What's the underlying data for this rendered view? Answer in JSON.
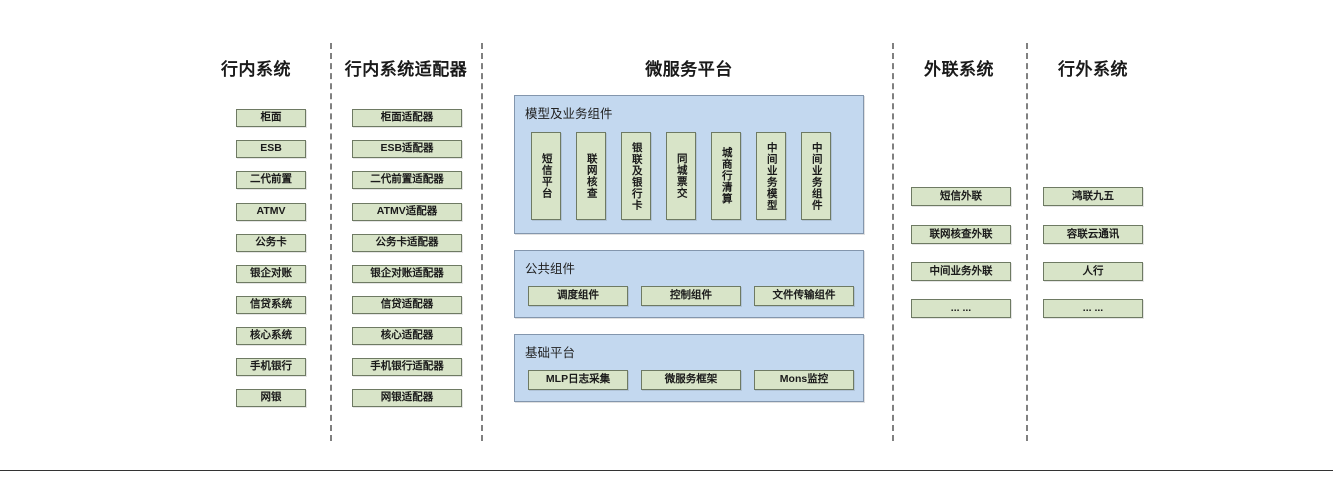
{
  "diagram": {
    "columns": [
      {
        "id": "in-bank-systems",
        "title": "行内系统",
        "nodes": [
          "柜面",
          "ESB",
          "二代前置",
          "ATMV",
          "公务卡",
          "银企对账",
          "信贷系统",
          "核心系统",
          "手机银行",
          "网银"
        ]
      },
      {
        "id": "in-bank-adapters",
        "title": "行内系统适配器",
        "nodes": [
          "柜面适配器",
          "ESB适配器",
          "二代前置适配器",
          "ATMV适配器",
          "公务卡适配器",
          "银企对账适配器",
          "信贷适配器",
          "核心适配器",
          "手机银行适配器",
          "网银适配器"
        ]
      },
      {
        "id": "microservice-platform",
        "title": "微服务平台",
        "groups": [
          {
            "id": "model-business-components",
            "label": "模型及业务组件",
            "orientation": "vertical",
            "nodes": [
              "短信平台",
              "联网核查",
              "银联及银行卡",
              "同城票交",
              "城商行清算",
              "中间业务模型",
              "中间业务组件"
            ]
          },
          {
            "id": "public-components",
            "label": "公共组件",
            "orientation": "horizontal",
            "nodes": [
              "调度组件",
              "控制组件",
              "文件传输组件"
            ]
          },
          {
            "id": "base-platform",
            "label": "基础平台",
            "orientation": "horizontal",
            "nodes": [
              "MLP日志采集",
              "微服务框架",
              "Mons监控"
            ]
          }
        ]
      },
      {
        "id": "external-link-systems",
        "title": "外联系统",
        "nodes": [
          "短信外联",
          "联网核查外联",
          "中间业务外联",
          "... ..."
        ]
      },
      {
        "id": "out-of-bank-systems",
        "title": "行外系统",
        "nodes": [
          "鸿联九五",
          "容联云通讯",
          "人行",
          "... ..."
        ]
      }
    ],
    "colors": {
      "node_fill": "#d8e4c8",
      "node_border": "#6e7a63",
      "group_fill": "#c3d8ef",
      "group_border": "#8396ad",
      "separator": "#808080",
      "text": "#1a1a1a"
    }
  }
}
